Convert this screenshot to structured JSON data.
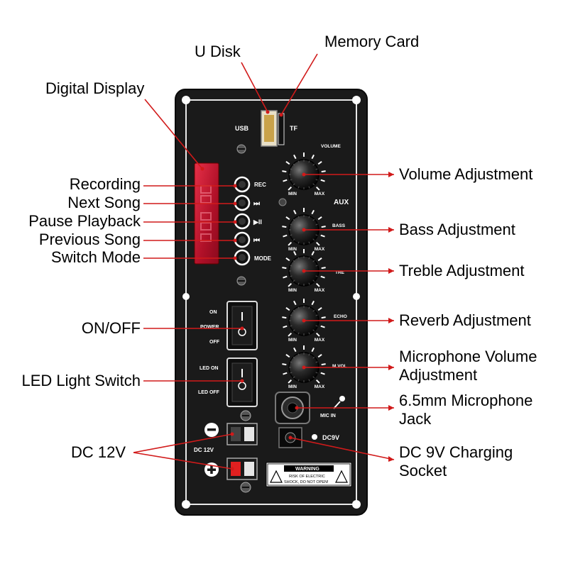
{
  "callouts": {
    "u_disk": "U Disk",
    "memory_card": "Memory Card",
    "digital_display": "Digital Display",
    "recording": "Recording",
    "next_song": "Next Song",
    "pause_playback": "Pause Playback",
    "previous_song": "Previous Song",
    "switch_mode": "Switch Mode",
    "on_off": "ON/OFF",
    "led_light_switch": "LED Light Switch",
    "dc_12v": "DC 12V",
    "volume_adjustment": "Volume Adjustment",
    "bass_adjustment": "Bass Adjustment",
    "treble_adjustment": "Treble Adjustment",
    "reverb_adjustment": "Reverb Adjustment",
    "mic_volume_line1": "Microphone Volume",
    "mic_volume_line2": "Adjustment",
    "mic_jack_line1": "6.5mm Microphone",
    "mic_jack_line2": "Jack",
    "dc9v_line1": "DC 9V Charging",
    "dc9v_line2": "Socket"
  },
  "panel": {
    "usb": "USB",
    "tf": "TF",
    "rec": "REC",
    "next_symbol": "⏭",
    "play_symbol": "▶II",
    "prev_symbol": "⏮",
    "mode": "MODE",
    "aux": "AUX",
    "on": "ON",
    "power": "POWER",
    "off": "OFF",
    "led_on": "LED ON",
    "led_off": "LED OFF",
    "dc12v": "DC 12V",
    "mic_in": "MIC IN",
    "dc9v": "DC9V",
    "warning": "WARNING",
    "warning_line1": "RISK OF ELECTRIC",
    "warning_line2": "SHOCK, DO NOT OPEN!",
    "knobs": [
      {
        "label": "VOLUME",
        "min": "MIN",
        "max": "MAX"
      },
      {
        "label": "BASS",
        "min": "MIN",
        "max": "MAX"
      },
      {
        "label": "TRE",
        "min": "MIN",
        "max": "MAX"
      },
      {
        "label": "ECHO",
        "min": "MIN",
        "max": "MAX"
      },
      {
        "label": "M.VOL",
        "min": "MIN",
        "max": "MAX"
      }
    ]
  },
  "colors": {
    "panel": "#1a1a1a",
    "leader": "#d11a1a",
    "display": "#c8102e",
    "terminal_black": "#222222",
    "terminal_red": "#e02020"
  }
}
